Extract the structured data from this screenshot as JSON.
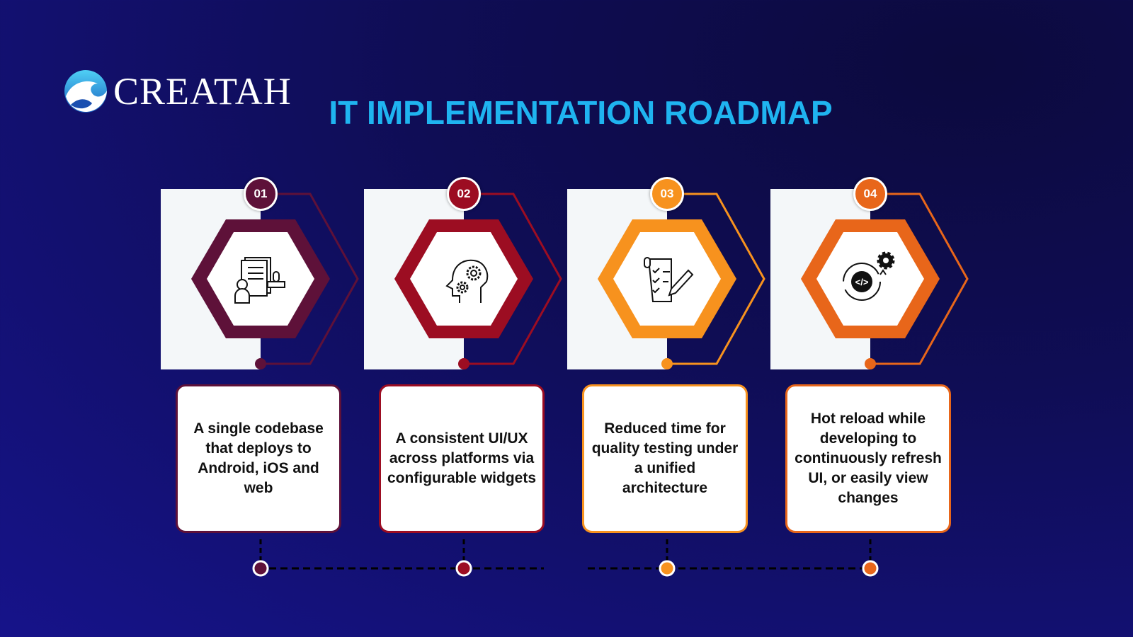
{
  "logo_text": "CREATAH",
  "title": "IT IMPLEMENTATION ROADMAP",
  "steps": [
    {
      "number": "01",
      "text": "A single codebase that deploys to Android, iOS and web",
      "color": "#5e1139",
      "icon": "document-stamp-user-icon"
    },
    {
      "number": "02",
      "text": "A consistent UI/UX across platforms via configurable widgets",
      "color": "#9c0d22",
      "icon": "head-gears-icon"
    },
    {
      "number": "03",
      "text": "Reduced time for quality testing under a unified architecture",
      "color": "#f7921e",
      "icon": "checklist-pen-icon"
    },
    {
      "number": "04",
      "text": "Hot reload while developing to continuously refresh UI, or easily view changes",
      "color": "#e8661a",
      "icon": "code-gear-refresh-icon"
    }
  ]
}
